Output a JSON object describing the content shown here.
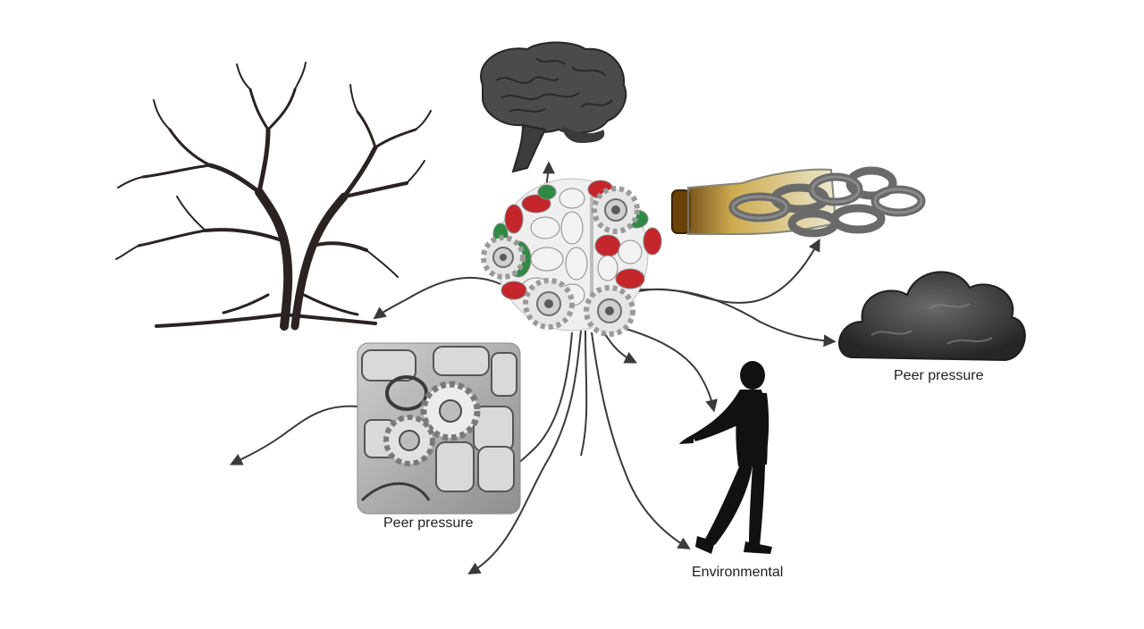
{
  "labels": {
    "peer_pressure_right": "Peer pressure",
    "peer_pressure_left": "Peer pressure",
    "environmental": "Environmental"
  },
  "icons": {
    "center": "pill-cluster-with-gears-icon",
    "brain": "brain-icon",
    "tree": "dead-tree-icon",
    "bottle": "bottle-with-chains-icon",
    "cloud": "storm-cloud-icon",
    "person": "walking-person-icon",
    "photo": "gears-and-cans-photo"
  },
  "colors": {
    "line": "#3a3a3a",
    "pill_red": "#c4262b",
    "pill_green": "#2f8a43",
    "pill_white": "#f2f2f2",
    "brain": "#4b4b4b",
    "tree": "#2b2222",
    "bottle_amber": "#8a5a10",
    "silhouette": "#111111"
  }
}
